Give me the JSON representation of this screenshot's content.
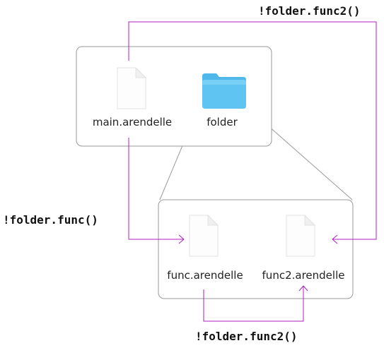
{
  "colors": {
    "arrow": "#b11fc1",
    "box_border": "#9a9a9a",
    "zoom_line": "#9a9a9a",
    "folder_blue": "#5fc4f2"
  },
  "top_box": {
    "files": [
      {
        "name": "main.arendelle",
        "icon": "document-icon"
      },
      {
        "name": "folder",
        "icon": "folder-icon"
      }
    ]
  },
  "bottom_box": {
    "files": [
      {
        "name": "func.arendelle",
        "icon": "document-icon"
      },
      {
        "name": "func2.arendelle",
        "icon": "document-icon"
      }
    ]
  },
  "calls": {
    "main_to_func2": "!folder.func2()",
    "main_to_func": "!folder.func()",
    "func_to_func2": "!folder.func2()"
  }
}
